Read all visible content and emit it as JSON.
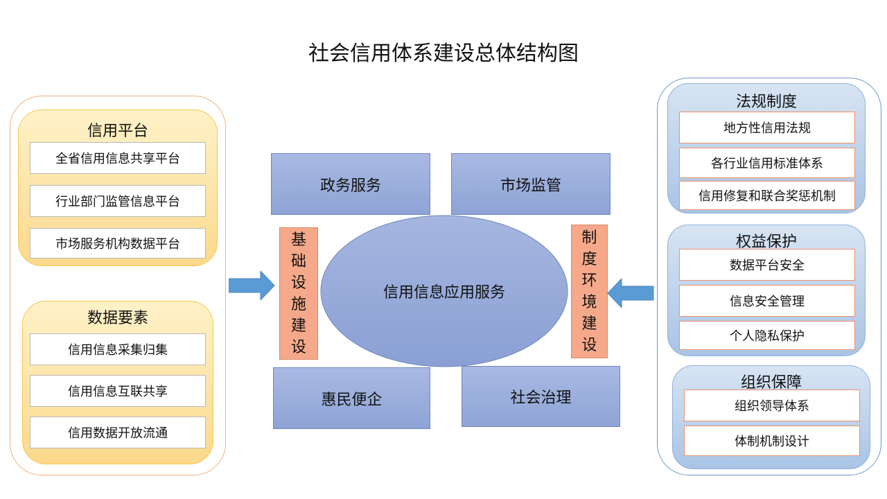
{
  "title": "社会信用体系建设总体结构图",
  "left": {
    "groups": [
      {
        "title": "信用平台",
        "items": [
          "全省信用信息共享平台",
          "行业部门监管信息平台",
          "市场服务机构数据平台"
        ]
      },
      {
        "title": "数据要素",
        "items": [
          "信用信息采集归集",
          "信用信息互联共享",
          "信用数据开放流通"
        ]
      }
    ]
  },
  "center": {
    "top_left": "政务服务",
    "top_right": "市场监管",
    "bottom_left": "惠民便企",
    "bottom_right": "社会治理",
    "core": "信用信息应用服务",
    "left_pillar": [
      "基",
      "础",
      "设",
      "施",
      "建",
      "设"
    ],
    "right_pillar": [
      "制",
      "度",
      "环",
      "境",
      "建",
      "设"
    ]
  },
  "right": {
    "groups": [
      {
        "title": "法规制度",
        "items": [
          "地方性信用法规",
          "各行业信用标准体系",
          "信用修复和联合奖惩机制"
        ]
      },
      {
        "title": "权益保护",
        "items": [
          "数据平台安全",
          "信息安全管理",
          "个人隐私保护"
        ]
      },
      {
        "title": "组织保障",
        "items": [
          "组织领导体系",
          "体制机制设计"
        ]
      }
    ]
  },
  "colors": {
    "arrow": "#5b9bd5",
    "yellow_border": "#f7c64a",
    "blue_border": "#6d95c9",
    "salmon": "#f6a98a"
  }
}
